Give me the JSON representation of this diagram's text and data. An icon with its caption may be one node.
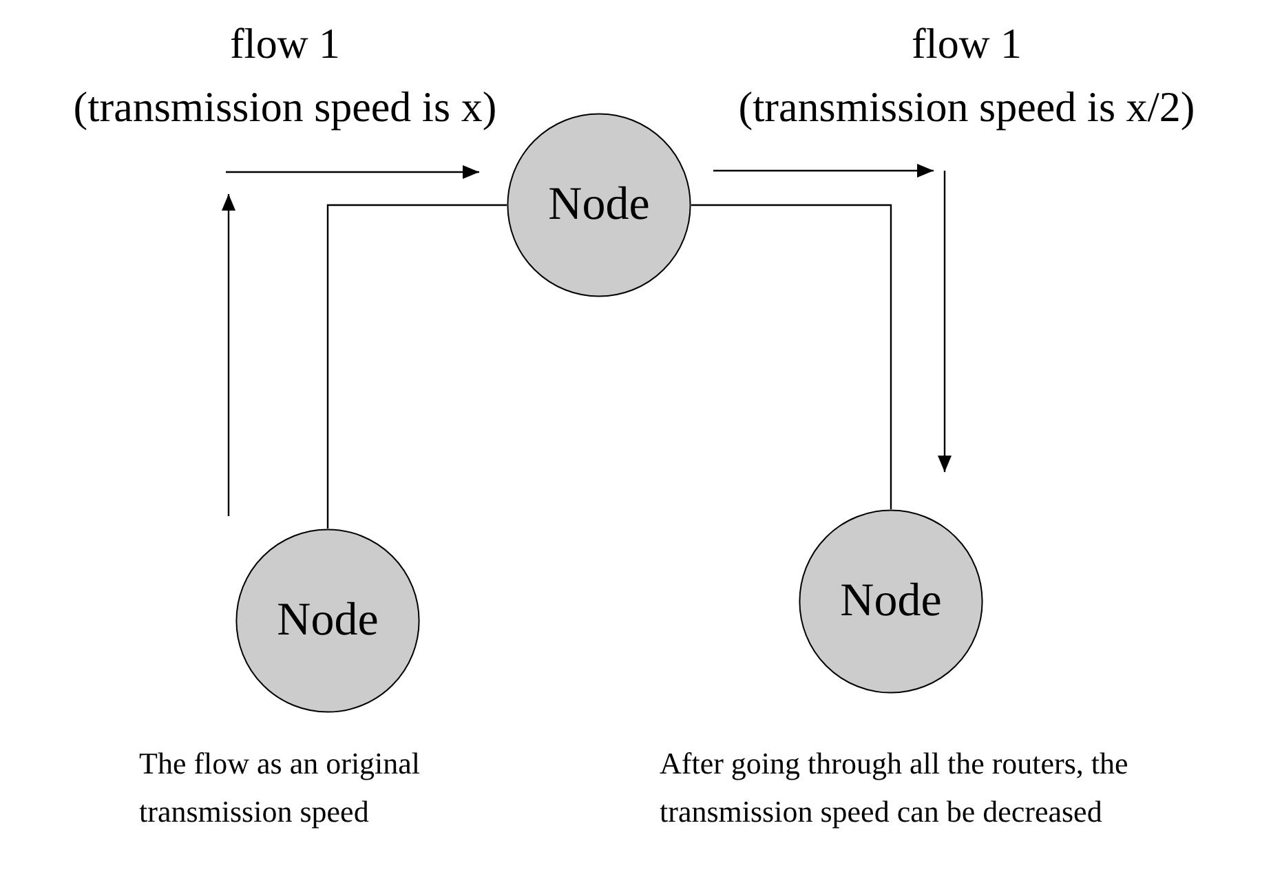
{
  "diagram": {
    "nodes": [
      {
        "text": [
          "Node"
        ]
      },
      {
        "text": [
          "Node"
        ],
        "beside": [
          "The flow as an original transmission speed"
        ]
      },
      {
        "text": [
          "Node"
        ],
        "beside": [
          "After going through all the routers, the transmission speed can be decreased"
        ]
      }
    ],
    "edges": [
      {
        "from": 1,
        "to": 0,
        "arrow": "none"
      },
      {
        "from": 0,
        "to": 2,
        "arrow": "none"
      }
    ],
    "labels": [
      "flow 1",
      "(transmission speed is x)",
      "flow 1",
      "(transmission speed is x/2)"
    ]
  }
}
